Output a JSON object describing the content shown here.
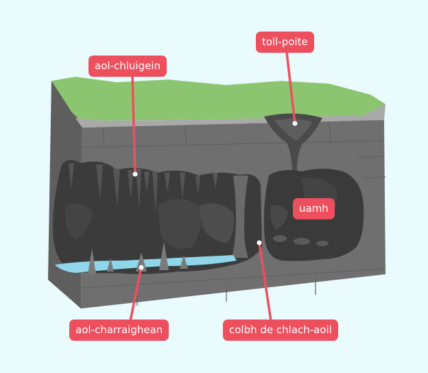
{
  "labels": {
    "stalactites": "aol-chluigein",
    "sinkhole": "toll-poite",
    "cave": "uamh",
    "stalagmites": "aol-charraighean",
    "column": "colbh de chlach-aoil"
  },
  "colors": {
    "background": "#e9fbfc",
    "grass": "#8cc56f",
    "rock_front": "#6e6e6e",
    "rock_dark": "#595959",
    "cave_interior": "#3a3a3a",
    "water": "#8fd6ea",
    "label": "#ee4f5f"
  }
}
